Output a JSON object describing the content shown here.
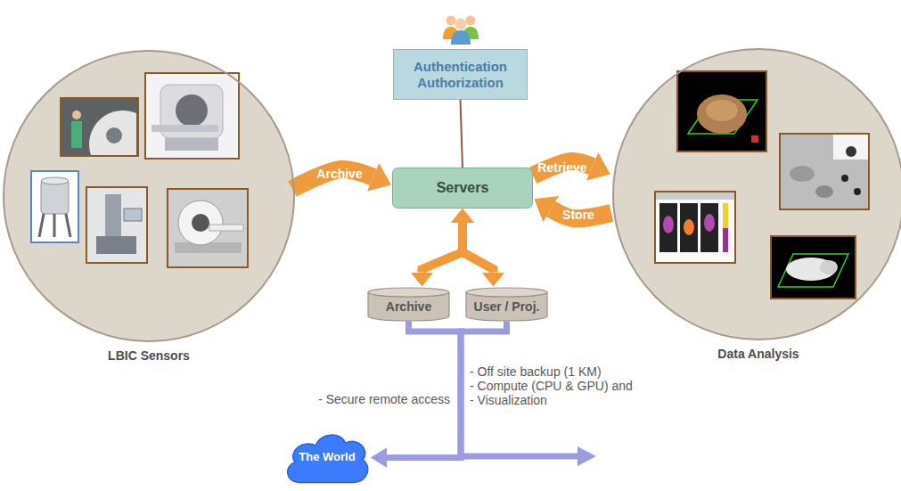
{
  "diagram": {
    "nodes": [
      {
        "text": [
          "Authentication Authorization"
        ]
      },
      {
        "text": [
          "LBIC Sensors"
        ]
      },
      {
        "text": [
          "Servers"
        ]
      },
      {
        "text": [
          "Data Analysis"
        ]
      },
      {
        "text": [
          "Archive"
        ]
      },
      {
        "text": [
          "User / Proj."
        ]
      },
      {
        "text": [
          "The World"
        ]
      }
    ],
    "edges": [
      {
        "from": 1,
        "to": 2,
        "label": "Archive",
        "arrow": "to"
      },
      {
        "from": 2,
        "to": 3,
        "label": "Retrieve",
        "arrow": "to"
      },
      {
        "from": 3,
        "to": 2,
        "label": "Store",
        "arrow": "to"
      },
      {
        "from": 0,
        "to": 2,
        "arrow": "none"
      },
      {
        "from": 2,
        "to": 4,
        "arrow": "both"
      },
      {
        "from": 2,
        "to": 5,
        "arrow": "both"
      },
      {
        "from": 4,
        "to": 6,
        "arrow": "to"
      },
      {
        "from": 5,
        "to": 6,
        "arrow": "to"
      }
    ],
    "labels": [
      "- Secure remote access",
      "- Off site backup (1 KM)",
      "- Compute (CPU & GPU) and",
      "- Visualization"
    ]
  }
}
